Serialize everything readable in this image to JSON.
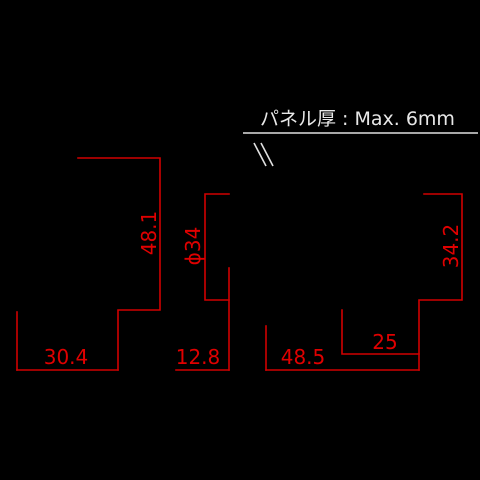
{
  "note": "パネル厚 : Max. 6mm",
  "colors": {
    "dimension": "#d10000",
    "leader": "#e0e0e0",
    "background": "#000000"
  },
  "dimensions": {
    "left_height": "48.1",
    "left_width": "30.4",
    "diameter": "ϕ34",
    "inner_offset": "12.8",
    "center_width": "48.5",
    "right_step": "25",
    "right_height": "34.2"
  }
}
